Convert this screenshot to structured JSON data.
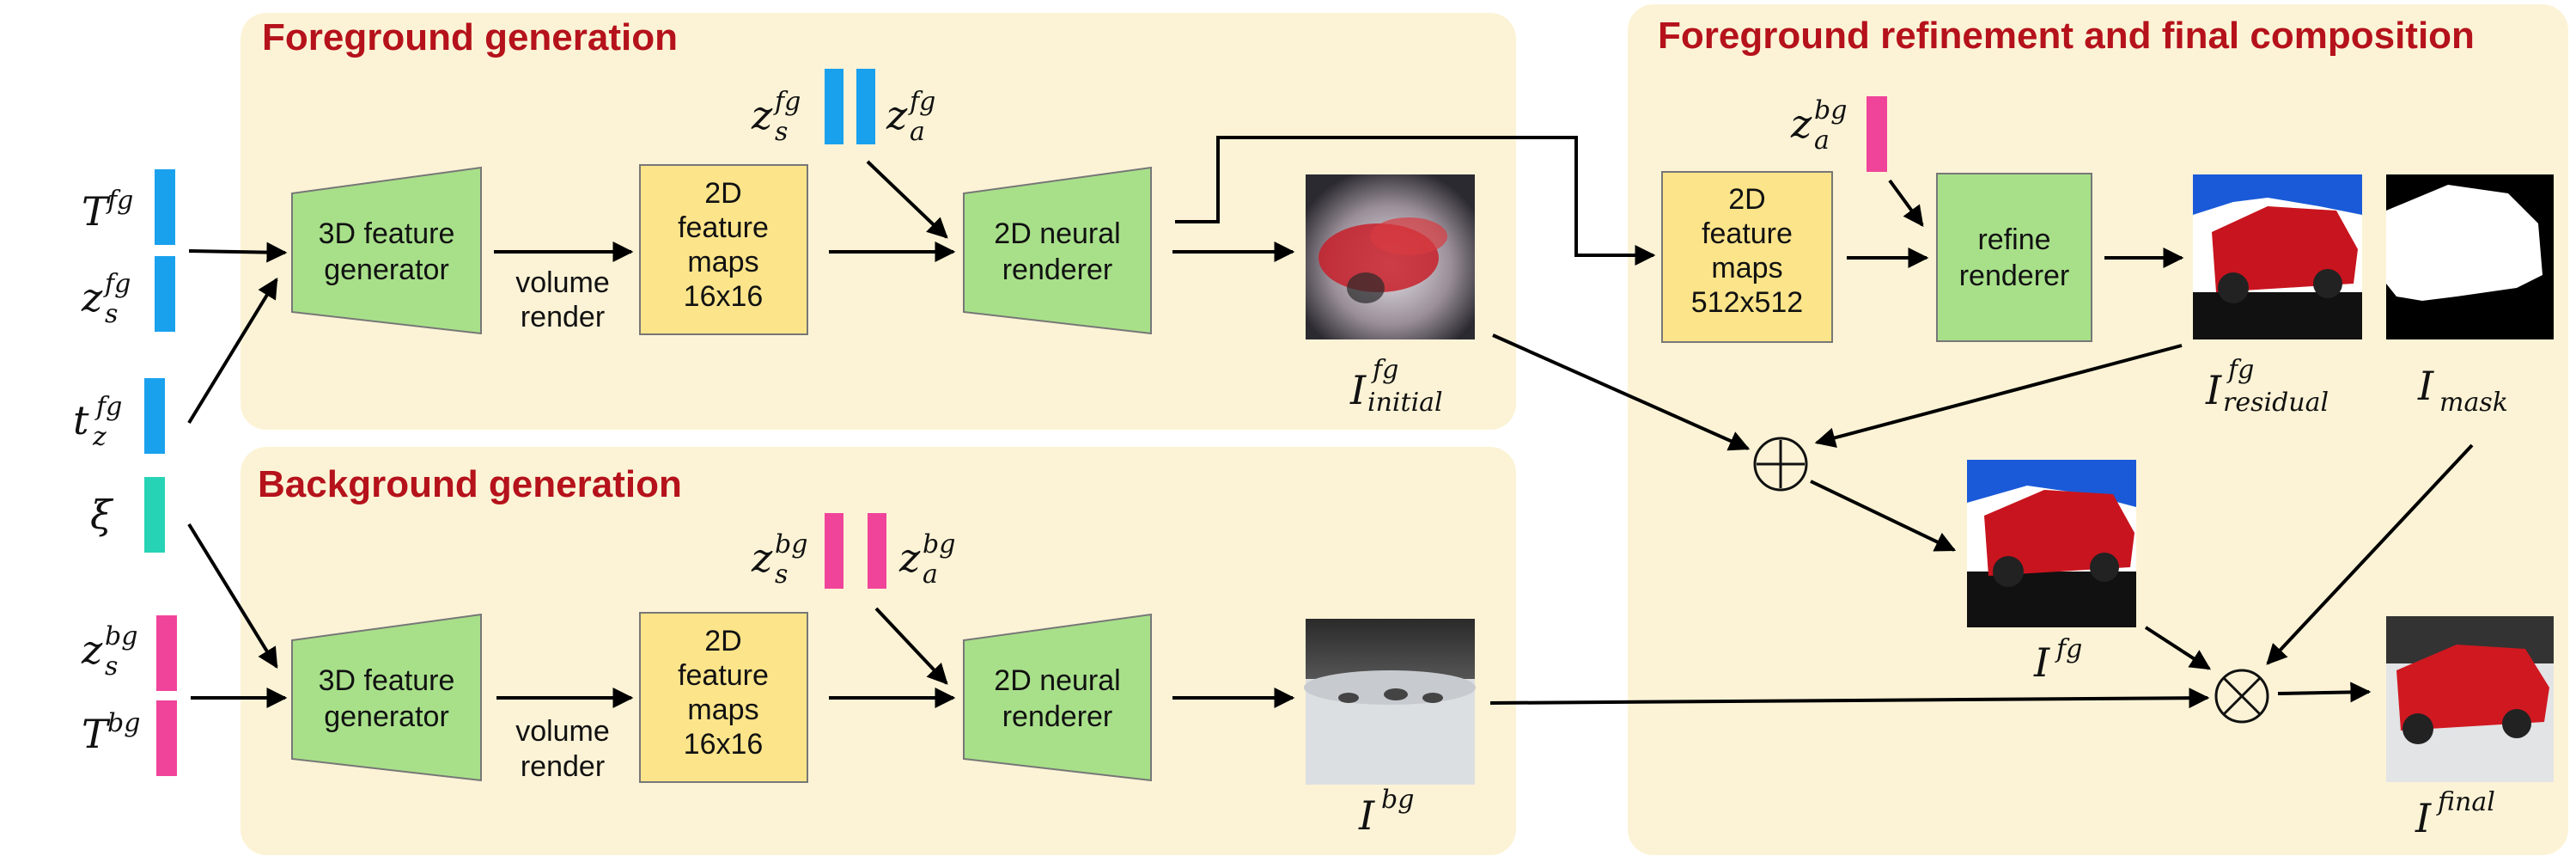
{
  "sections": {
    "fg_gen": "Foreground generation",
    "bg_gen": "Background generation",
    "refine": "Foreground refinement and final composition"
  },
  "colors": {
    "panel": "#fcf3d6",
    "title": "#b5121b",
    "green": "#a8e08a",
    "yellow": "#fbe48a",
    "blue": "#1aa1ee",
    "teal": "#27d3b5",
    "pink": "#f0449a"
  },
  "boxes": {
    "fg_3d": [
      "3D feature",
      "generator"
    ],
    "fg_maps": [
      "2D",
      "feature",
      "maps",
      "16x16"
    ],
    "fg_render": [
      "2D neural",
      "renderer"
    ],
    "bg_3d": [
      "3D feature",
      "generator"
    ],
    "bg_maps": [
      "2D",
      "feature",
      "maps",
      "16x16"
    ],
    "bg_render": [
      "2D neural",
      "renderer"
    ],
    "ref_maps": [
      "2D",
      "feature",
      "maps",
      "512x512"
    ],
    "ref_render": [
      "refine",
      "renderer"
    ]
  },
  "labels": {
    "fg_volume": [
      "volume",
      "render"
    ],
    "bg_volume": [
      "volume",
      "render"
    ]
  },
  "symbols": {
    "T": "T",
    "z": "z",
    "t": "t",
    "xi": "ξ",
    "I": "I",
    "fg": "fg",
    "bg": "bg",
    "s": "s",
    "a": "a",
    "z_sub": "z",
    "initial": "initial",
    "residual": "residual",
    "mask": "mask",
    "final": "final",
    "plus": "⊕",
    "times": "⊗"
  },
  "icons": [
    "car-image-icon"
  ]
}
